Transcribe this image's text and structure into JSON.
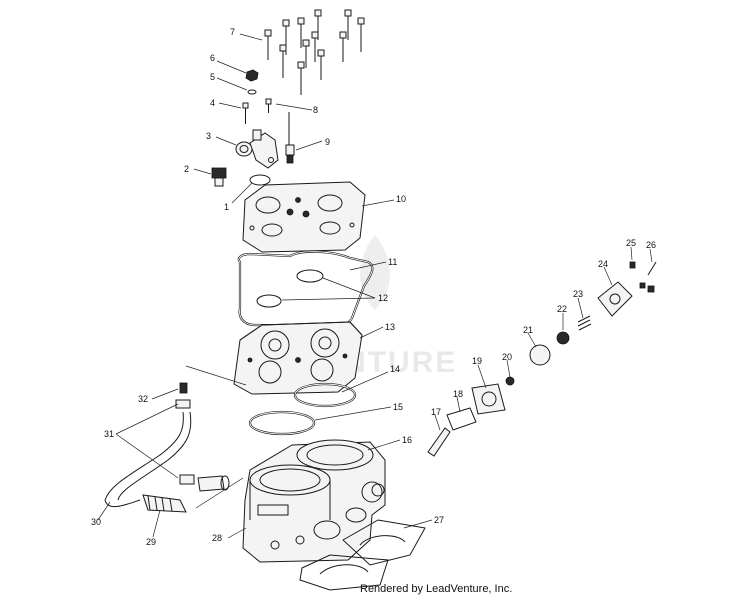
{
  "watermark": {
    "text": "VENTURE"
  },
  "footer": {
    "text": "Rendered by LeadVenture, Inc."
  },
  "callouts": {
    "c1": "1",
    "c2": "2",
    "c3": "3",
    "c4": "4",
    "c5": "5",
    "c6": "6",
    "c7": "7",
    "c8": "8",
    "c9": "9",
    "c10": "10",
    "c11": "11",
    "c12": "12",
    "c13": "13",
    "c14": "14",
    "c15": "15",
    "c16": "16",
    "c17": "17",
    "c18": "18",
    "c19": "19",
    "c20": "20",
    "c21": "21",
    "c22": "22",
    "c23": "23",
    "c24": "24",
    "c25": "25",
    "c26": "26",
    "c27": "27",
    "c28": "28",
    "c29": "29",
    "c30": "30",
    "c31": "31",
    "c32": "32"
  }
}
